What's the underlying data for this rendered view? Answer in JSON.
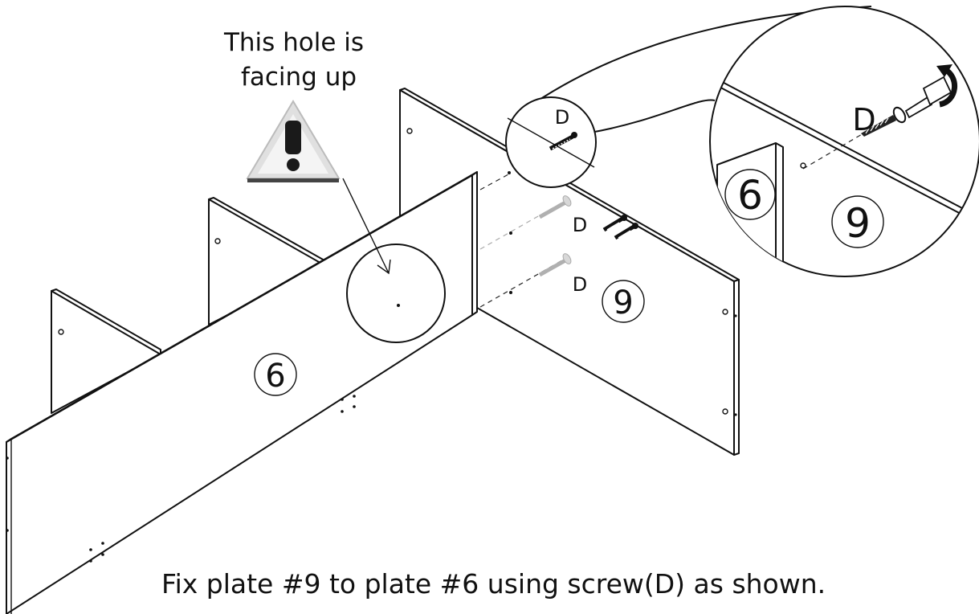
{
  "warning_note": {
    "line1": "This hole is",
    "line2": "facing up"
  },
  "screw_labels": {
    "detail_small": "D",
    "detail_large": "D",
    "screw_middle": "D",
    "screw_lower": "D"
  },
  "plate_labels": {
    "plate_6_main": "6",
    "plate_9_main": "9",
    "plate_6_detail": "6",
    "plate_9_detail": "9"
  },
  "instruction": "Fix plate #9 to plate #6 using screw(D) as shown.",
  "colors": {
    "line": "#111111",
    "screw_ghost": "#b0b0b0",
    "background": "#ffffff"
  }
}
